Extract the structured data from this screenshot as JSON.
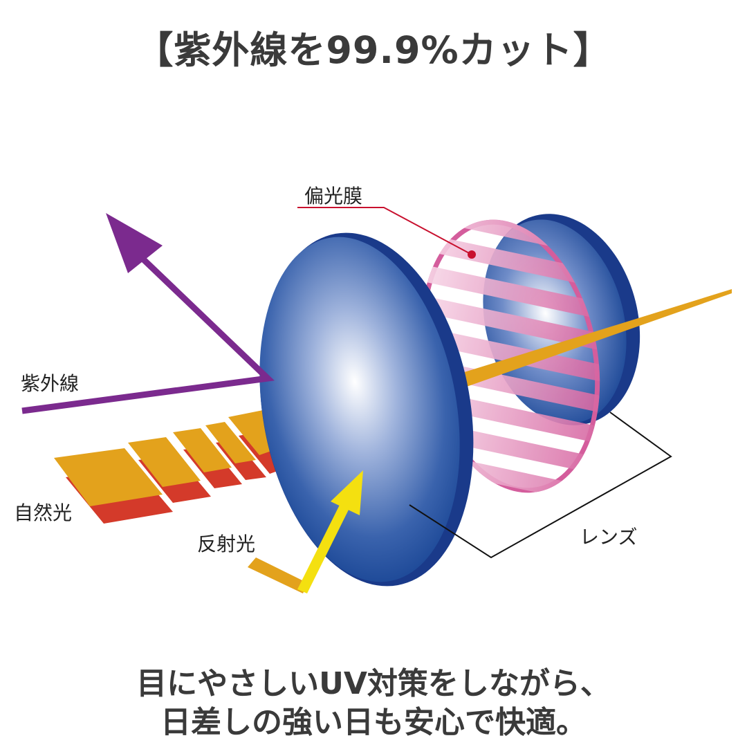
{
  "title": "【紫外線を99.9%カット】",
  "labels": {
    "polarizing_film": "偏光膜",
    "uv": "紫外線",
    "natural_light": "自然光",
    "reflected_light": "反射光",
    "lens": "レンズ"
  },
  "caption": {
    "line1": "目にやさしいUV対策をしながら、",
    "line2": "日差しの強い日も安心で快適。"
  },
  "colors": {
    "uv_arrow": "#7b2a8e",
    "lens_blue": "#1e4f9f",
    "film_pink": "#d96aa6",
    "beam_orange": "#e3a21c",
    "shadow_red": "#d43a2a",
    "reflect_yellow": "#f4e010",
    "leader_red": "#c8102e"
  }
}
